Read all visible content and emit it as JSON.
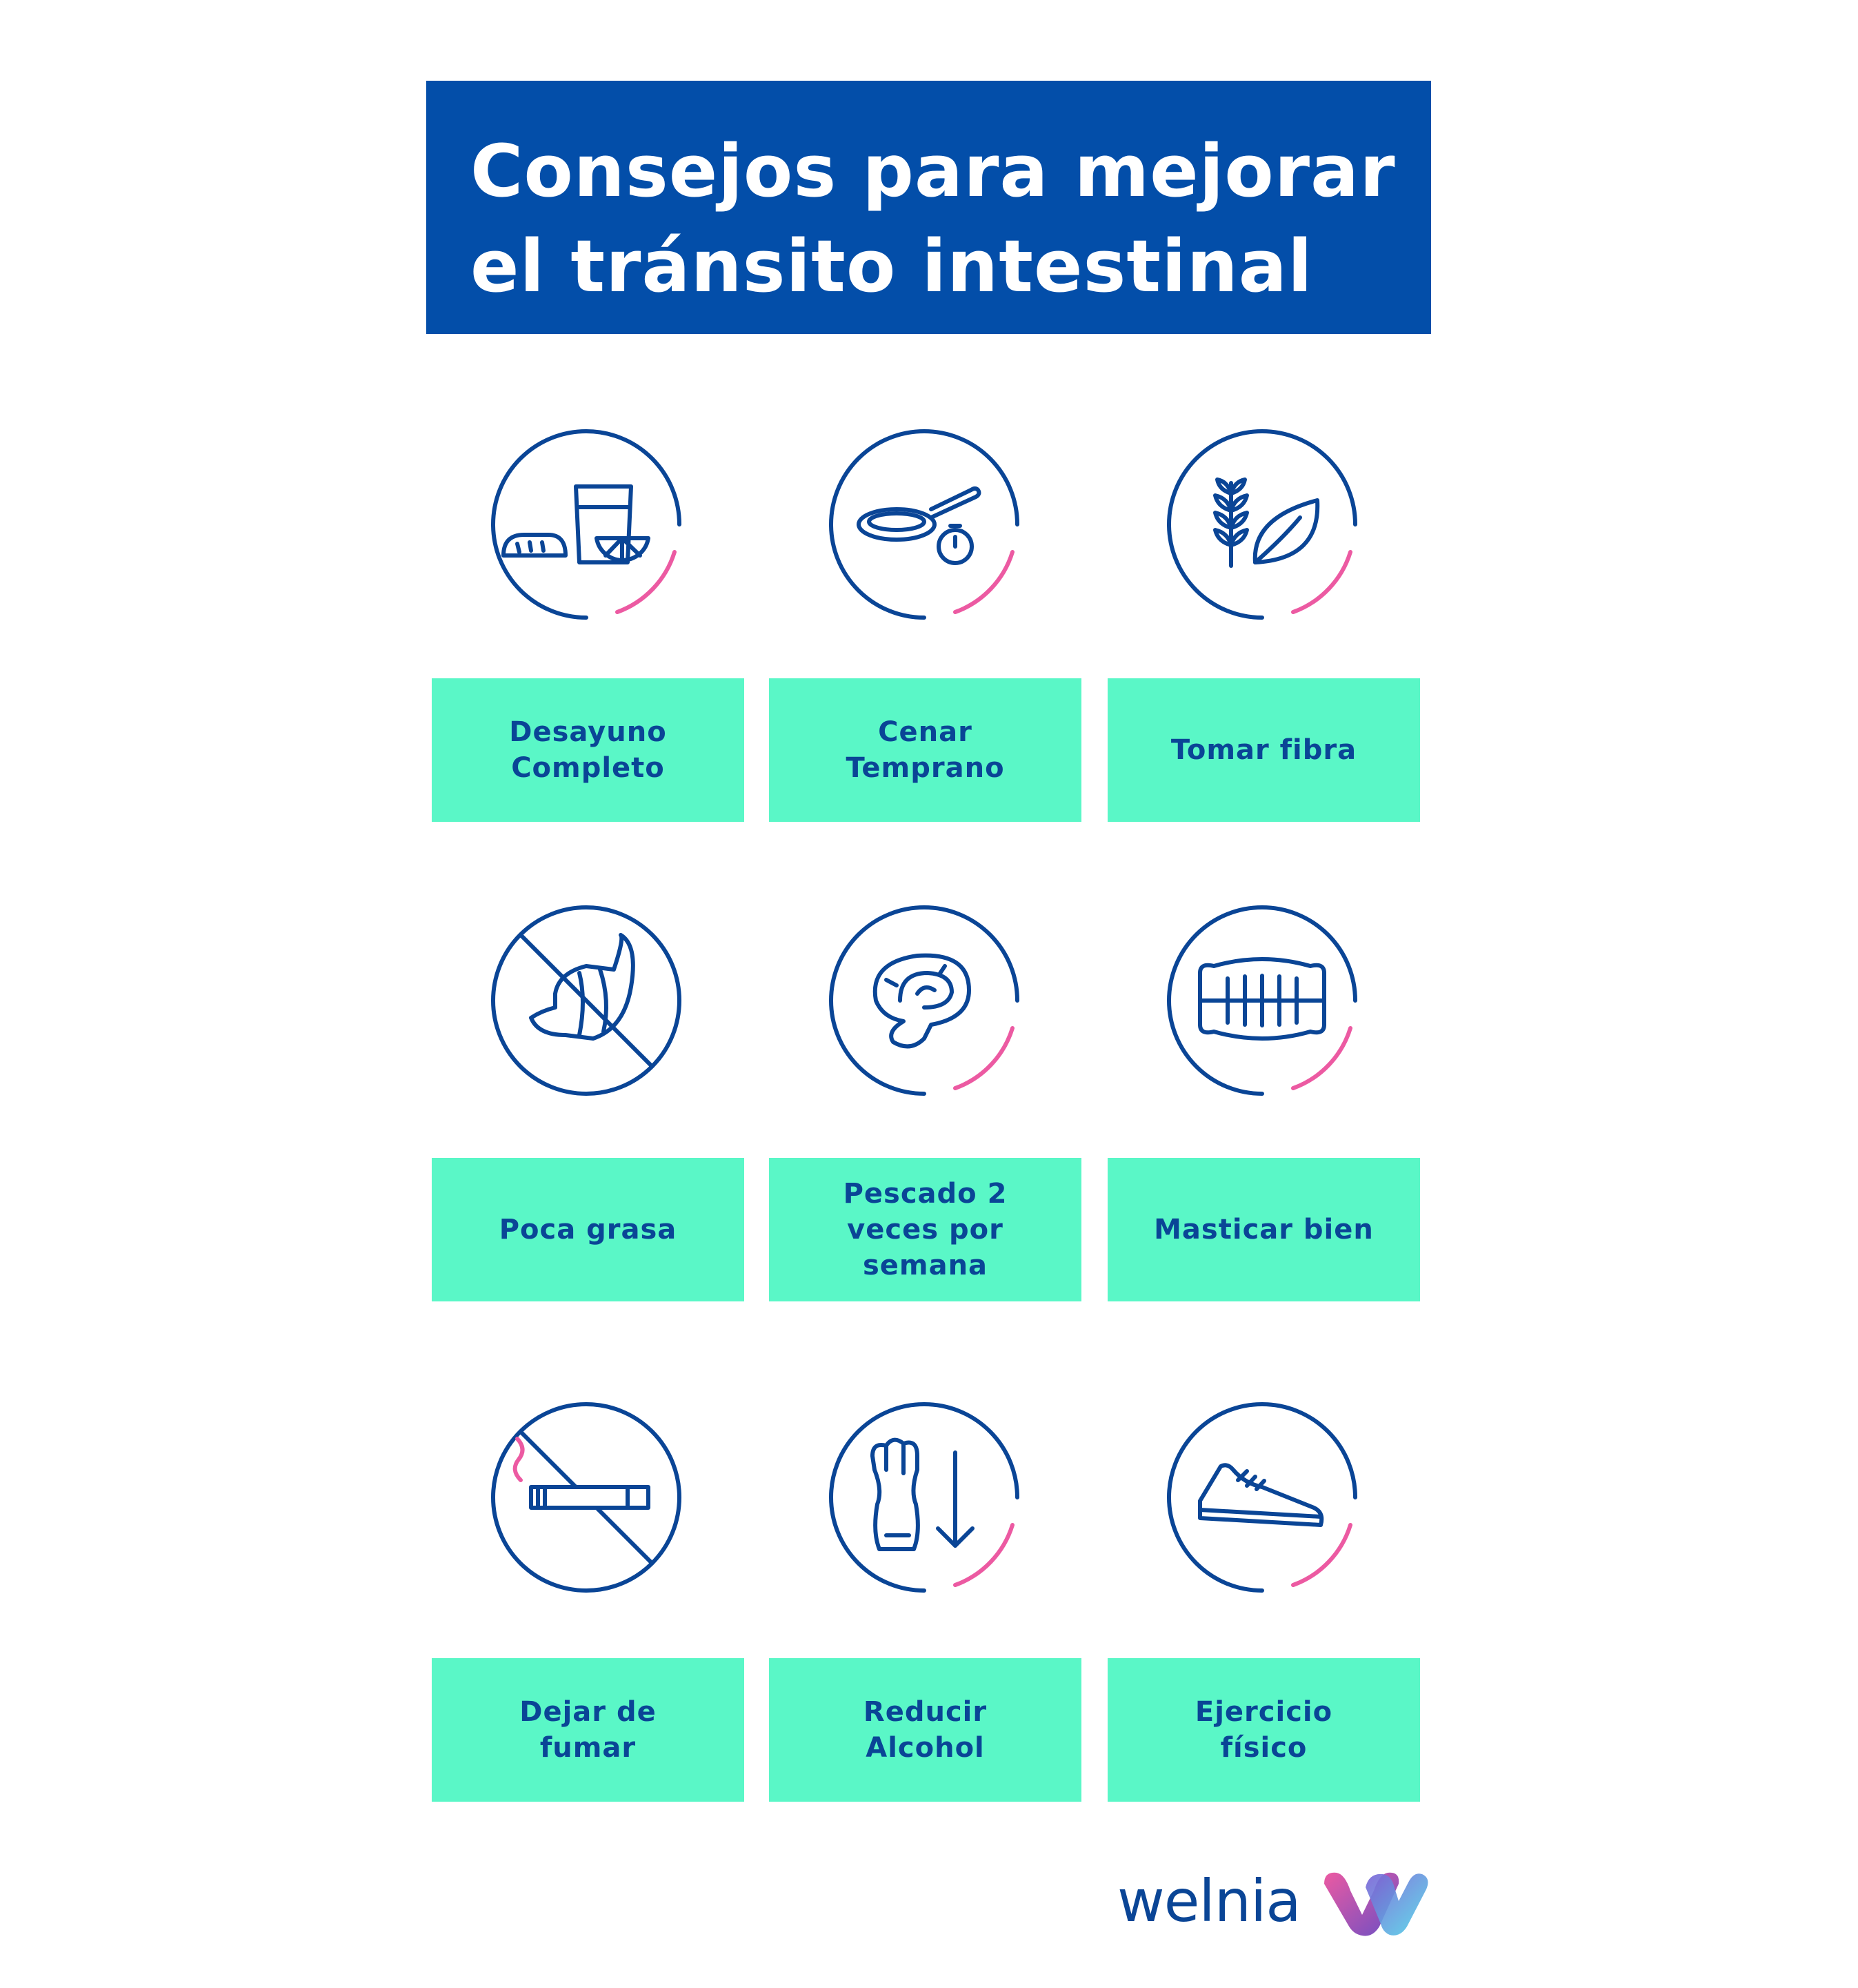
{
  "title": {
    "line1": "Consejos para mejorar",
    "line2": "el tránsito intestinal"
  },
  "colors": {
    "title_bg": "#034ea9",
    "label_bg": "#5af7c7",
    "icon_stroke": "#0a4596",
    "accent": "#ec5aa2"
  },
  "tips": [
    {
      "label": "Desayuno\nCompleto",
      "icon": "breakfast-icon"
    },
    {
      "label": "Cenar\nTemprano",
      "icon": "pan-timer-icon"
    },
    {
      "label": "Tomar fibra",
      "icon": "wheat-leaf-icon"
    },
    {
      "label": "Poca grasa",
      "icon": "no-croissant-icon"
    },
    {
      "label": "Pescado 2\nveces por\nsemana",
      "icon": "fish-steak-icon"
    },
    {
      "label": "Masticar bien",
      "icon": "teeth-icon"
    },
    {
      "label": "Dejar de\nfumar",
      "icon": "no-smoking-icon"
    },
    {
      "label": "Reducir\nAlcohol",
      "icon": "beer-down-icon"
    },
    {
      "label": "Ejercicio\nfísico",
      "icon": "sneaker-icon"
    }
  ],
  "logo": {
    "text": "welnia"
  }
}
